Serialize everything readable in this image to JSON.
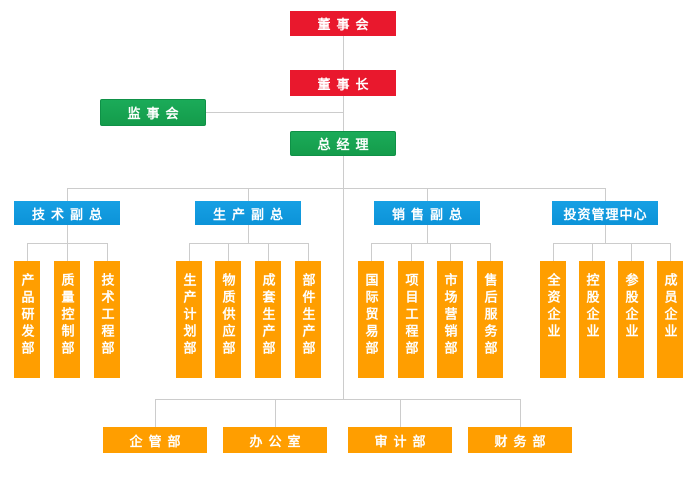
{
  "colors": {
    "background": "#ffffff",
    "red": "#e9182d",
    "green": "#149c4b",
    "green_light": "#1bab59",
    "green_border": "#0f9147",
    "blue": "#0c93d8",
    "blue_light": "#17a0e4",
    "orange": "#ff9e00",
    "line": "#cccccc",
    "text": "#ffffff"
  },
  "org_chart": {
    "board": {
      "label": "董事会"
    },
    "chairman": {
      "label": "董事长"
    },
    "supervisory_board": {
      "label": "监事会"
    },
    "general_manager": {
      "label": "总经理"
    },
    "divisions": [
      {
        "label": "技术副总",
        "departments": [
          "产品研发部",
          "质量控制部",
          "技术工程部"
        ]
      },
      {
        "label": "生产副总",
        "departments": [
          "生产计划部",
          "物质供应部",
          "成套生产部",
          "部件生产部"
        ]
      },
      {
        "label": "销售副总",
        "departments": [
          "国际贸易部",
          "项目工程部",
          "市场营销部",
          "售后服务部"
        ]
      },
      {
        "label": "投资管理中心",
        "departments": [
          "全资企业",
          "控股企业",
          "参股企业",
          "成员企业"
        ]
      }
    ],
    "staff_departments": [
      "企管部",
      "办公室",
      "审计部",
      "财务部"
    ]
  }
}
